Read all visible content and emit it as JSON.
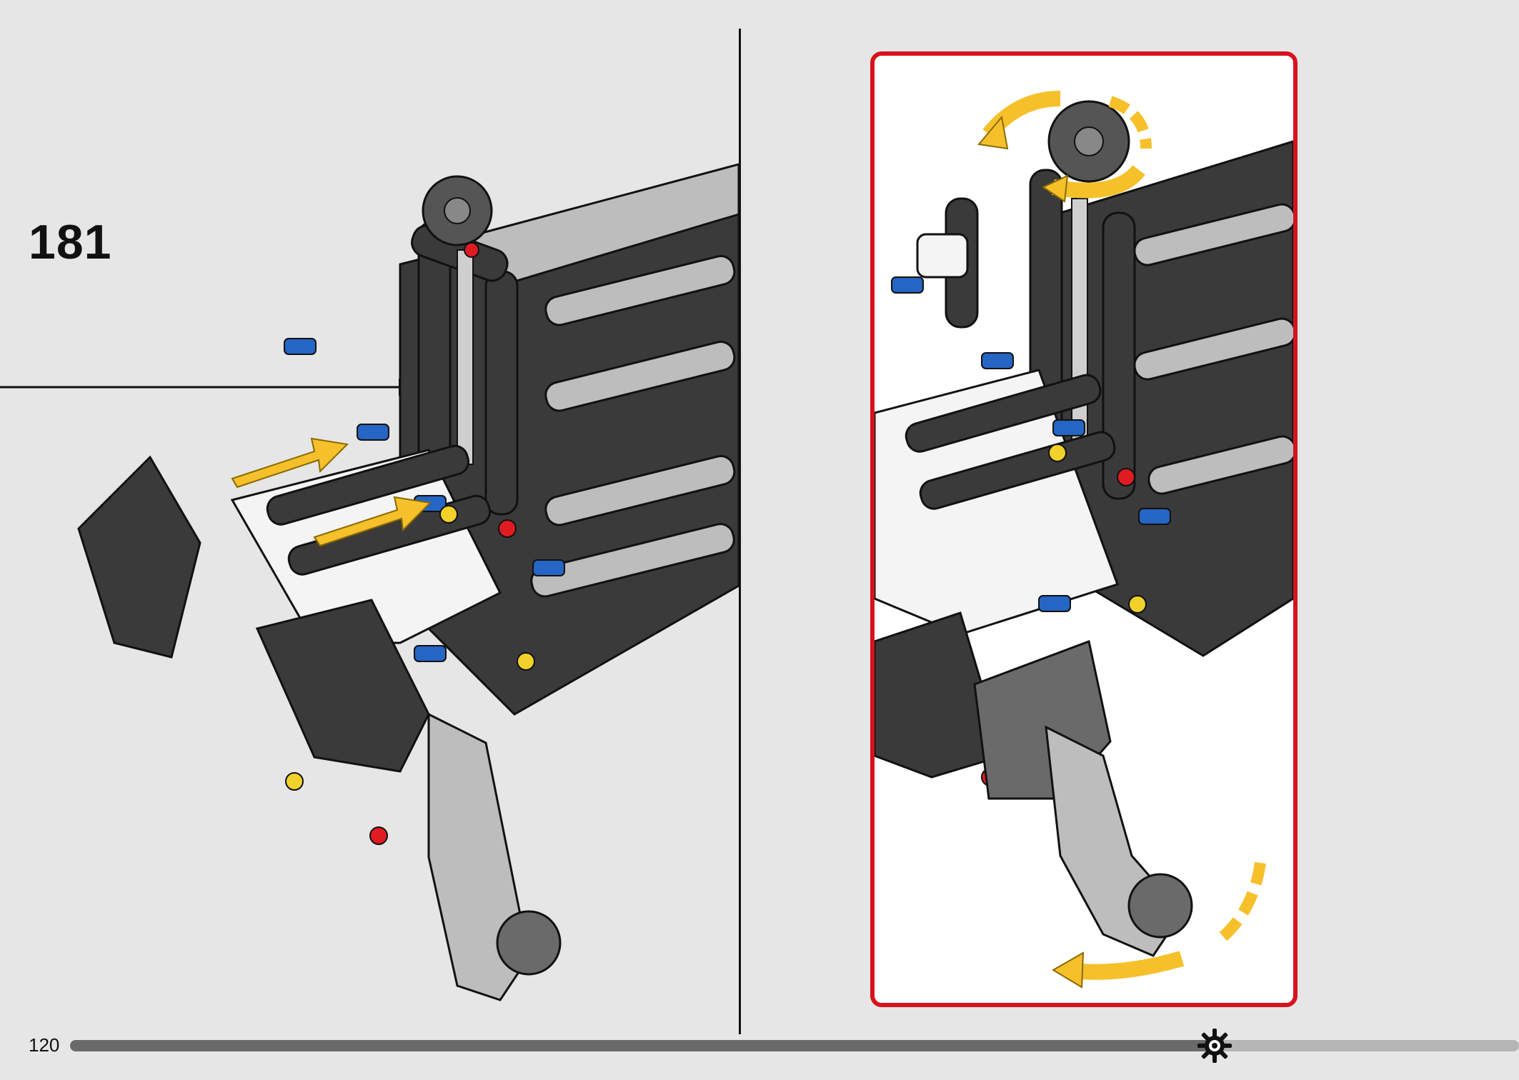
{
  "page": {
    "step_number": "181",
    "page_number": "120"
  },
  "progress": {
    "fraction": 0.79
  },
  "colors": {
    "background": "#e6e6e6",
    "callout_border": "#d6121d",
    "instruction_arrow": "#f5c02a",
    "dark_part": "#3a3a3a",
    "light_part": "#bdbdbd",
    "white_part": "#f4f4f4",
    "pin_blue": "#2565c4",
    "axle_red": "#e11b22",
    "axle_yellow": "#f2d22a"
  },
  "icons": {
    "progress_marker": "gear-icon",
    "callout_rotation": "rotation-arrows-icon",
    "assembly_arrows": "insert-arrow-icon"
  }
}
